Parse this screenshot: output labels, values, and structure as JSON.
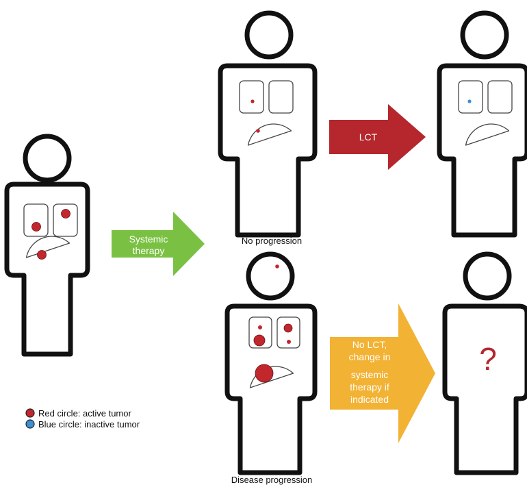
{
  "arrows": {
    "systemic": {
      "label_lines": [
        "Systemic",
        "therapy"
      ],
      "color": "#7ac143"
    },
    "lct": {
      "label_lines": [
        "LCT"
      ],
      "color": "#b5272d"
    },
    "no_lct": {
      "label_lines": [
        "No LCT,",
        "change in",
        "systemic",
        "therapy if",
        "indicated"
      ],
      "color": "#f2b233"
    }
  },
  "captions": {
    "no_progression": "No progression",
    "disease_progression": "Disease progression"
  },
  "unknown_outcome": "?",
  "legend": {
    "items": [
      {
        "label": "Red circle: active tumor",
        "color": "#c1272d"
      },
      {
        "label": "Blue circle: inactive tumor",
        "color": "#3d8fd6"
      }
    ]
  },
  "colors": {
    "active_tumor": "#c1272d",
    "inactive_tumor": "#3d8fd6",
    "outline": "#111111",
    "question_mark": "#b5272d"
  }
}
